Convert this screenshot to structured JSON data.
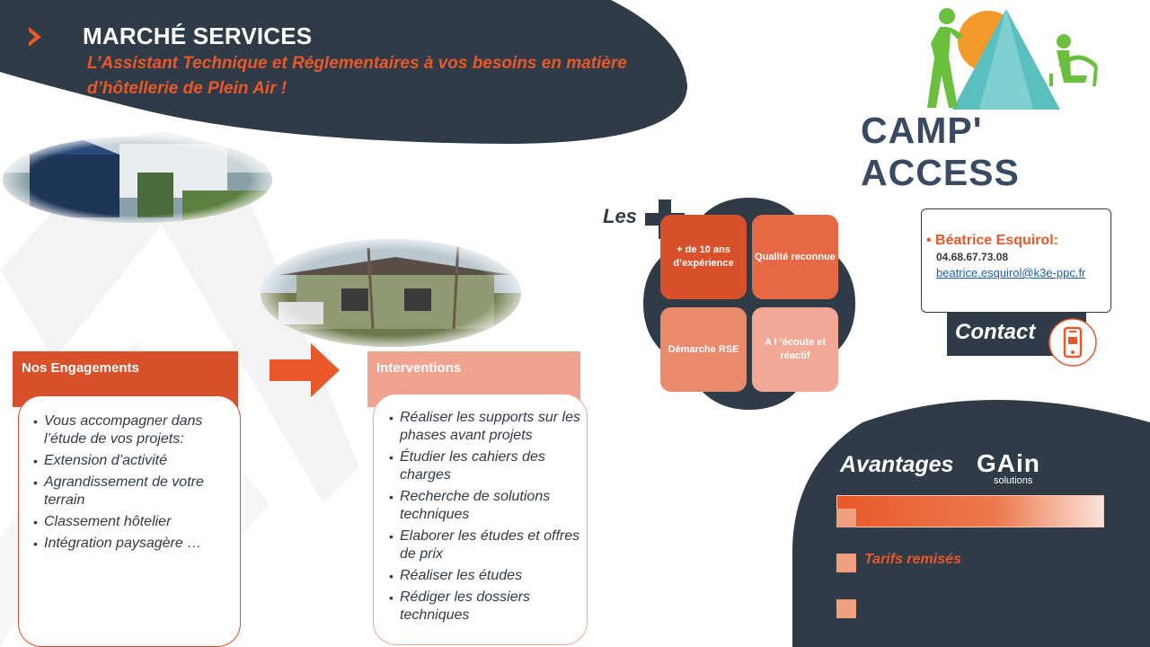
{
  "header": {
    "title": "MARCHÉ SERVICES",
    "subtitle_line1": "L’Assistant Technique et Réglementaires à vos besoins en matière",
    "subtitle_line2": "d’hôtellerie de Plein Air    !"
  },
  "logo": {
    "text": "CAMP' ACCESS",
    "icon": "camp-access-logo"
  },
  "engagements": {
    "title": "Nos Engagements",
    "items": [
      "Vous accompagner dans l’étude de vos projets:",
      "Extension d’activité",
      "Agrandissement de votre terrain",
      "Classement hôtelier",
      "Intégration paysagère …"
    ]
  },
  "interventions": {
    "title": "Interventions",
    "items": [
      "Réaliser les supports sur les phases avant projets",
      "Étudier les cahiers des charges",
      "Recherche de solutions techniques",
      "Elaborer les études et offres de prix",
      "Réaliser les études",
      "Rédiger les dossiers techniques"
    ]
  },
  "plus": {
    "label": "Les",
    "icon": "plus-icon",
    "tiles": [
      "+ de 10 ans d’expérience",
      "Qualité reconnue",
      "Démarche RSE",
      "A l ’écoute et réactif"
    ]
  },
  "contact": {
    "name": "Béatrice Esquirol:",
    "phone": "04.68.67.73.08",
    "email": "beatrice.esquirol@k3e-ppc.fr",
    "button_label": "Contact",
    "icon": "mobile-phone-icon"
  },
  "avantages": {
    "title": "Avantages",
    "brand": "GAin",
    "brand_sub": "solutions",
    "items": [
      "",
      "Tarifs remisés",
      ""
    ]
  },
  "colors": {
    "dark": "#2f3b47",
    "orange": "#e8582a",
    "light_orange": "#f1a07f"
  }
}
